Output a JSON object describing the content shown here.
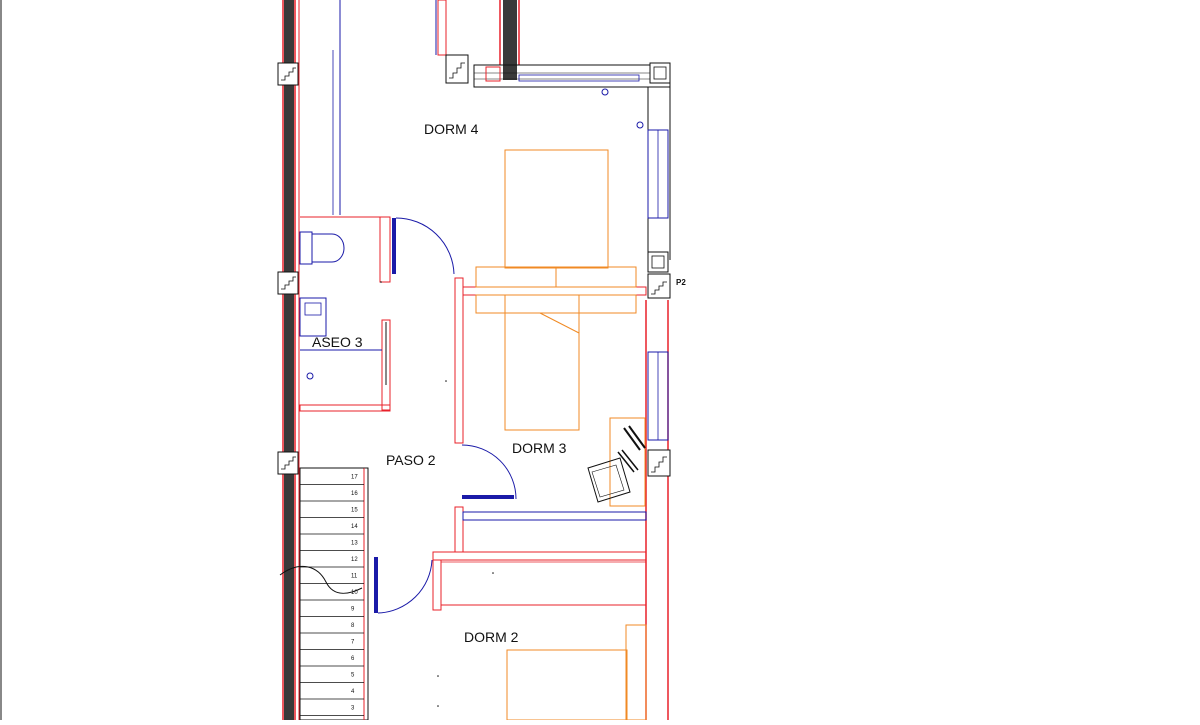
{
  "plan": {
    "rooms": {
      "dorm4": "DORM 4",
      "aseo3": "ASEO 3",
      "paso2": "PASO 2",
      "dorm3": "DORM 3",
      "dorm2": "DORM 2"
    },
    "tag_p2": "P2",
    "stair_numbers": [
      "17",
      "16",
      "15",
      "14",
      "13",
      "12",
      "11",
      "10",
      "9",
      "8",
      "7",
      "6",
      "5",
      "4",
      "3"
    ],
    "colors": {
      "wall_red": "#e8202a",
      "fill_dark": "#3a3a3a",
      "fixture_blue": "#1a1aa8",
      "furniture_orange": "#f08a24",
      "line_black": "#111111"
    }
  }
}
